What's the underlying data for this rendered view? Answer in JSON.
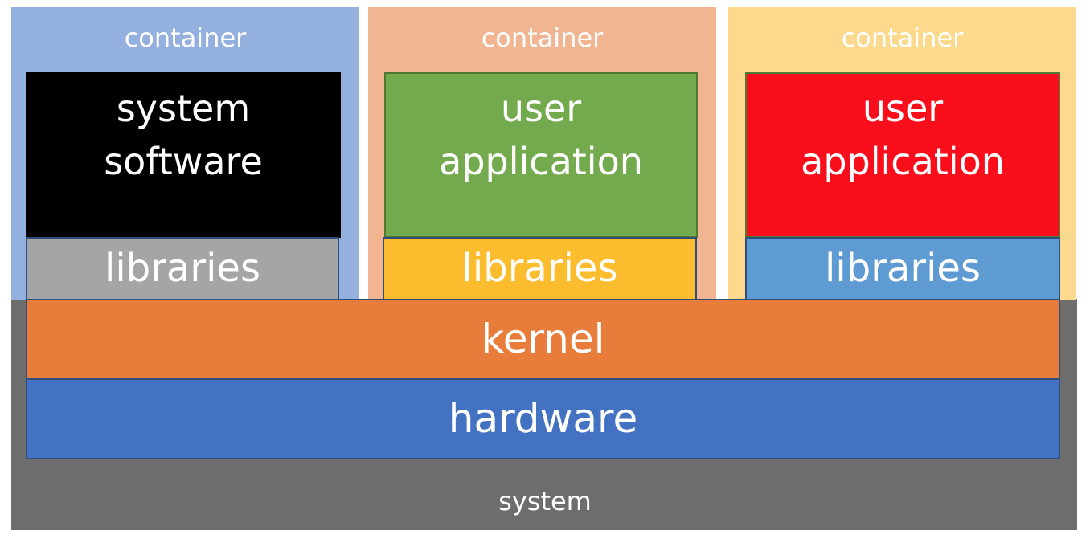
{
  "system": {
    "label": "system"
  },
  "containers": [
    {
      "label": "container",
      "app": {
        "line1": "system",
        "line2": "software"
      },
      "libraries": "libraries"
    },
    {
      "label": "container",
      "app": {
        "line1": "user",
        "line2": "application"
      },
      "libraries": "libraries"
    },
    {
      "label": "container",
      "app": {
        "line1": "user",
        "line2": "application"
      },
      "libraries": "libraries"
    }
  ],
  "kernel": {
    "label": "kernel"
  },
  "hardware": {
    "label": "hardware"
  },
  "colors": {
    "system": "#6d6d6d",
    "container_1": "#94b0de",
    "container_2": "#f2b592",
    "container_3": "#fcd98c",
    "system_software": "#000000",
    "user_application_green": "#73aa4d",
    "user_application_red": "#fa0e1c",
    "libraries_gray": "#a5a5a5",
    "libraries_yellow": "#fbbd2d",
    "libraries_blue": "#5e9bd3",
    "kernel": "#e87c3a",
    "hardware": "#4472c3"
  }
}
